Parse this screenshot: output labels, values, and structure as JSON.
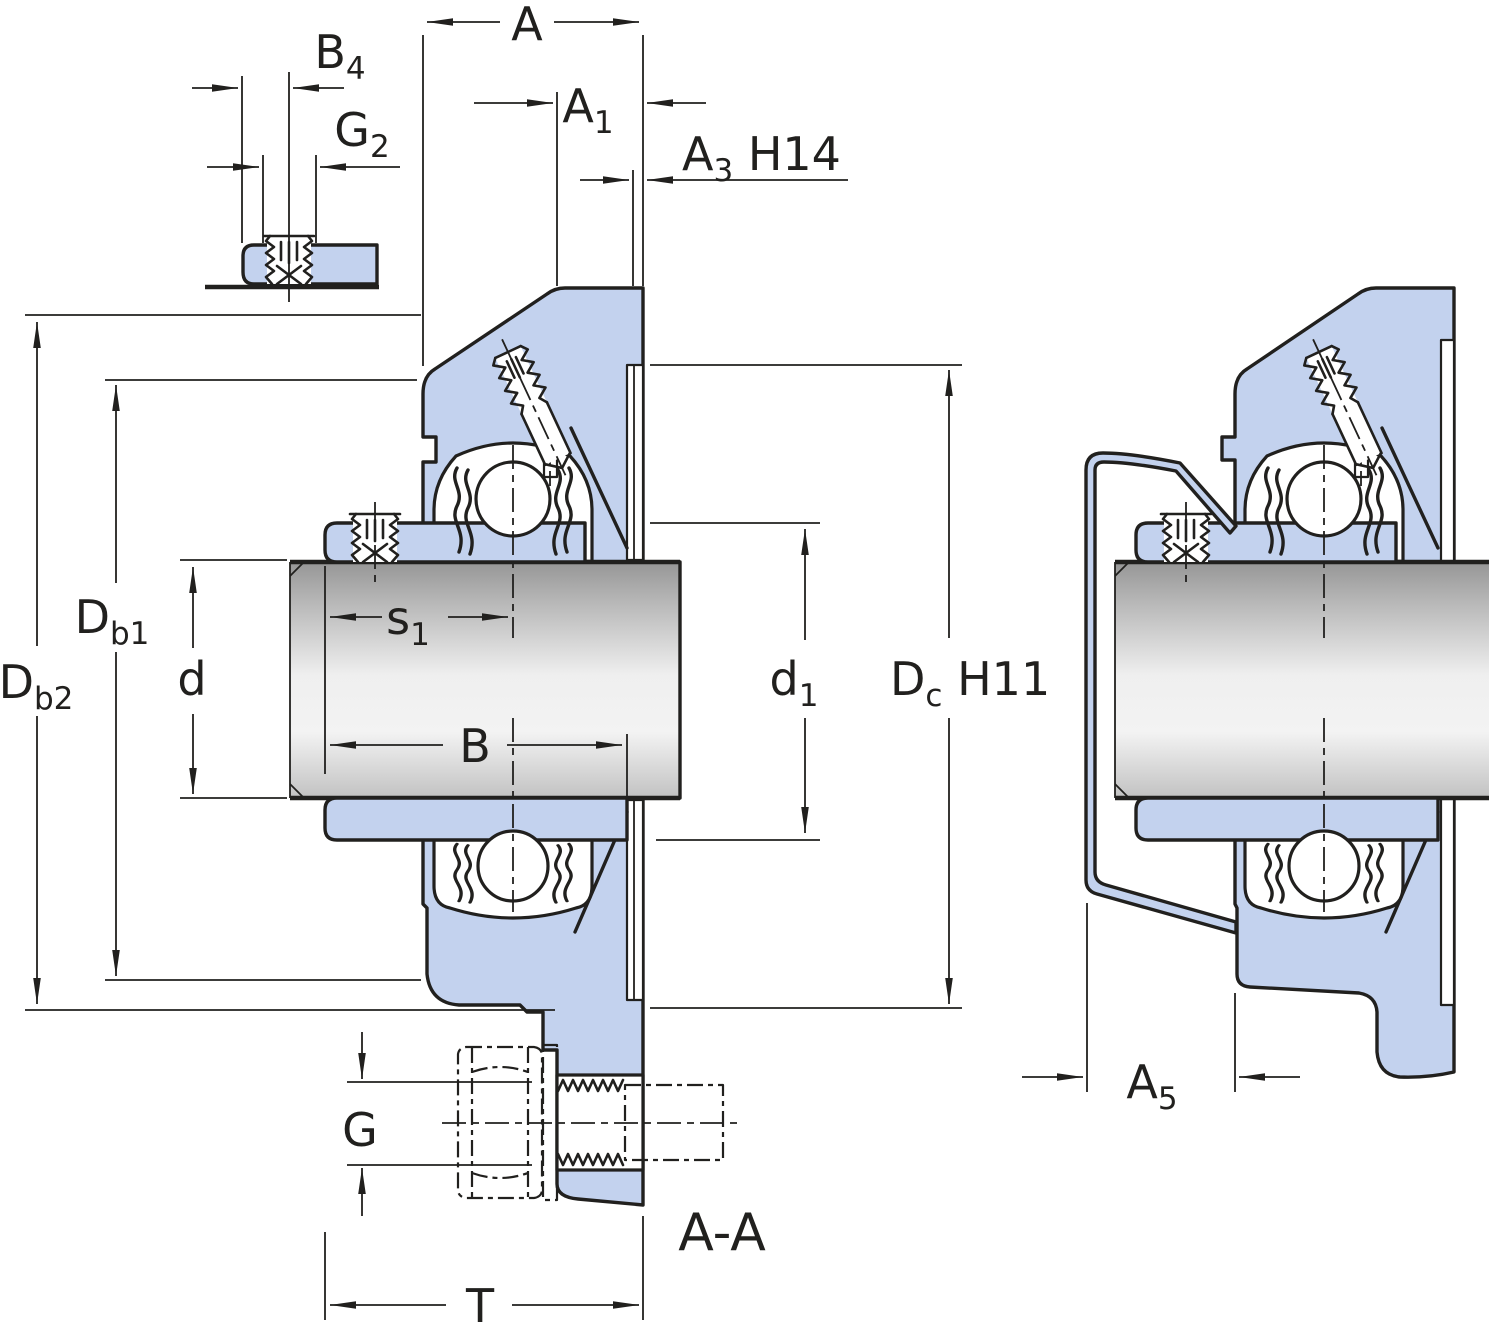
{
  "drawing": {
    "title": "Flanged Y-bearing unit — dimension drawing",
    "colors": {
      "part_fill": "#c3d2ee",
      "line": "#21201e",
      "shaft_mid": "#efefef",
      "shaft_edge": "#9a9a9a"
    },
    "labels": {
      "A": {
        "main": "A"
      },
      "A1": {
        "main": "A",
        "sub": "1"
      },
      "A3": {
        "main": "A",
        "sub": "3",
        "suffix": " H14"
      },
      "B4": {
        "main": "B",
        "sub": "4"
      },
      "G2": {
        "main": "G",
        "sub": "2"
      },
      "Db2": {
        "main": "D",
        "sub": "b2"
      },
      "Db1": {
        "main": "D",
        "sub": "b1"
      },
      "d": {
        "main": "d"
      },
      "s1": {
        "main": "s",
        "sub": "1"
      },
      "B": {
        "main": "B"
      },
      "d1": {
        "main": "d",
        "sub": "1"
      },
      "Dc": {
        "main": "D",
        "sub": "c",
        "suffix": " H11"
      },
      "G": {
        "main": "G"
      },
      "T": {
        "main": "T"
      },
      "A5": {
        "main": "A",
        "sub": "5"
      },
      "section": {
        "main": "A-A"
      }
    }
  }
}
